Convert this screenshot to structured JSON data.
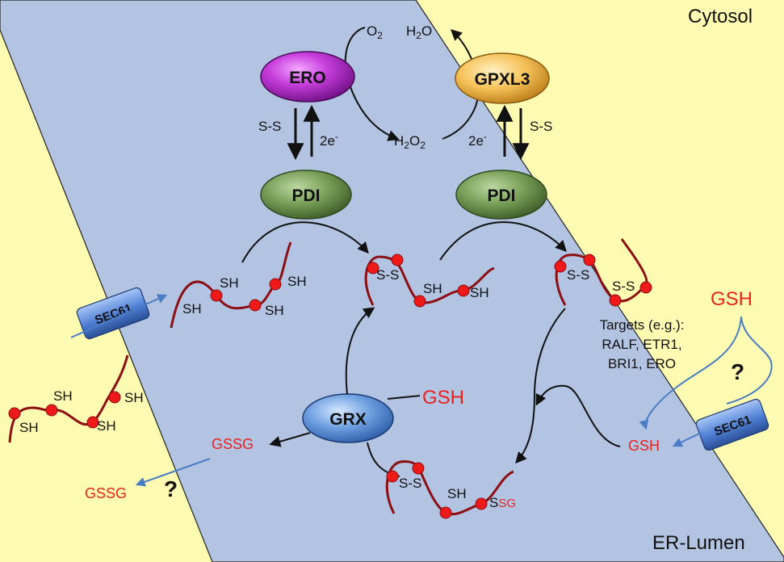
{
  "regions": {
    "cytosol": "Cytosol",
    "lumen": "ER-Lumen"
  },
  "enzymes": {
    "ero": "ERO",
    "gpxl3": "GPXL3",
    "pdi_left": "PDI",
    "pdi_right": "PDI",
    "grx": "GRX",
    "sec61_left": "SEC61",
    "sec61_right": "SEC61"
  },
  "labels": {
    "o2": "O",
    "o2_sub": "2",
    "h2o": "H",
    "h2o_sub": "2",
    "h2o_o": "O",
    "h2o2_h": "H",
    "h2o2_sub1": "2",
    "h2o2_o": "O",
    "h2o2_sub2": "2",
    "ss": "S-S",
    "two_e": "2e",
    "minus": "-",
    "sh": "SH",
    "gsh": "GSH",
    "gssg": "GSSG",
    "question": "?",
    "s": "S",
    "sg": "SG",
    "targets": [
      "Targets (e.g.):",
      "RALF, ETR1,",
      "BRI1, ERO"
    ]
  },
  "colors": {
    "cytosol_bg": "#fdfbb1",
    "lumen_bg": "#b3c3e2",
    "ero": "#c030d8",
    "gpxl3": "#f5b844",
    "pdi": "#6f9a52",
    "grx": "#5b91d6",
    "sec61": "#4f7fd4",
    "chain": "#8b0f13",
    "residue": "#ee1a1a",
    "blue_arrow": "#4a7dc4",
    "gsh_red": "#e8231f"
  }
}
